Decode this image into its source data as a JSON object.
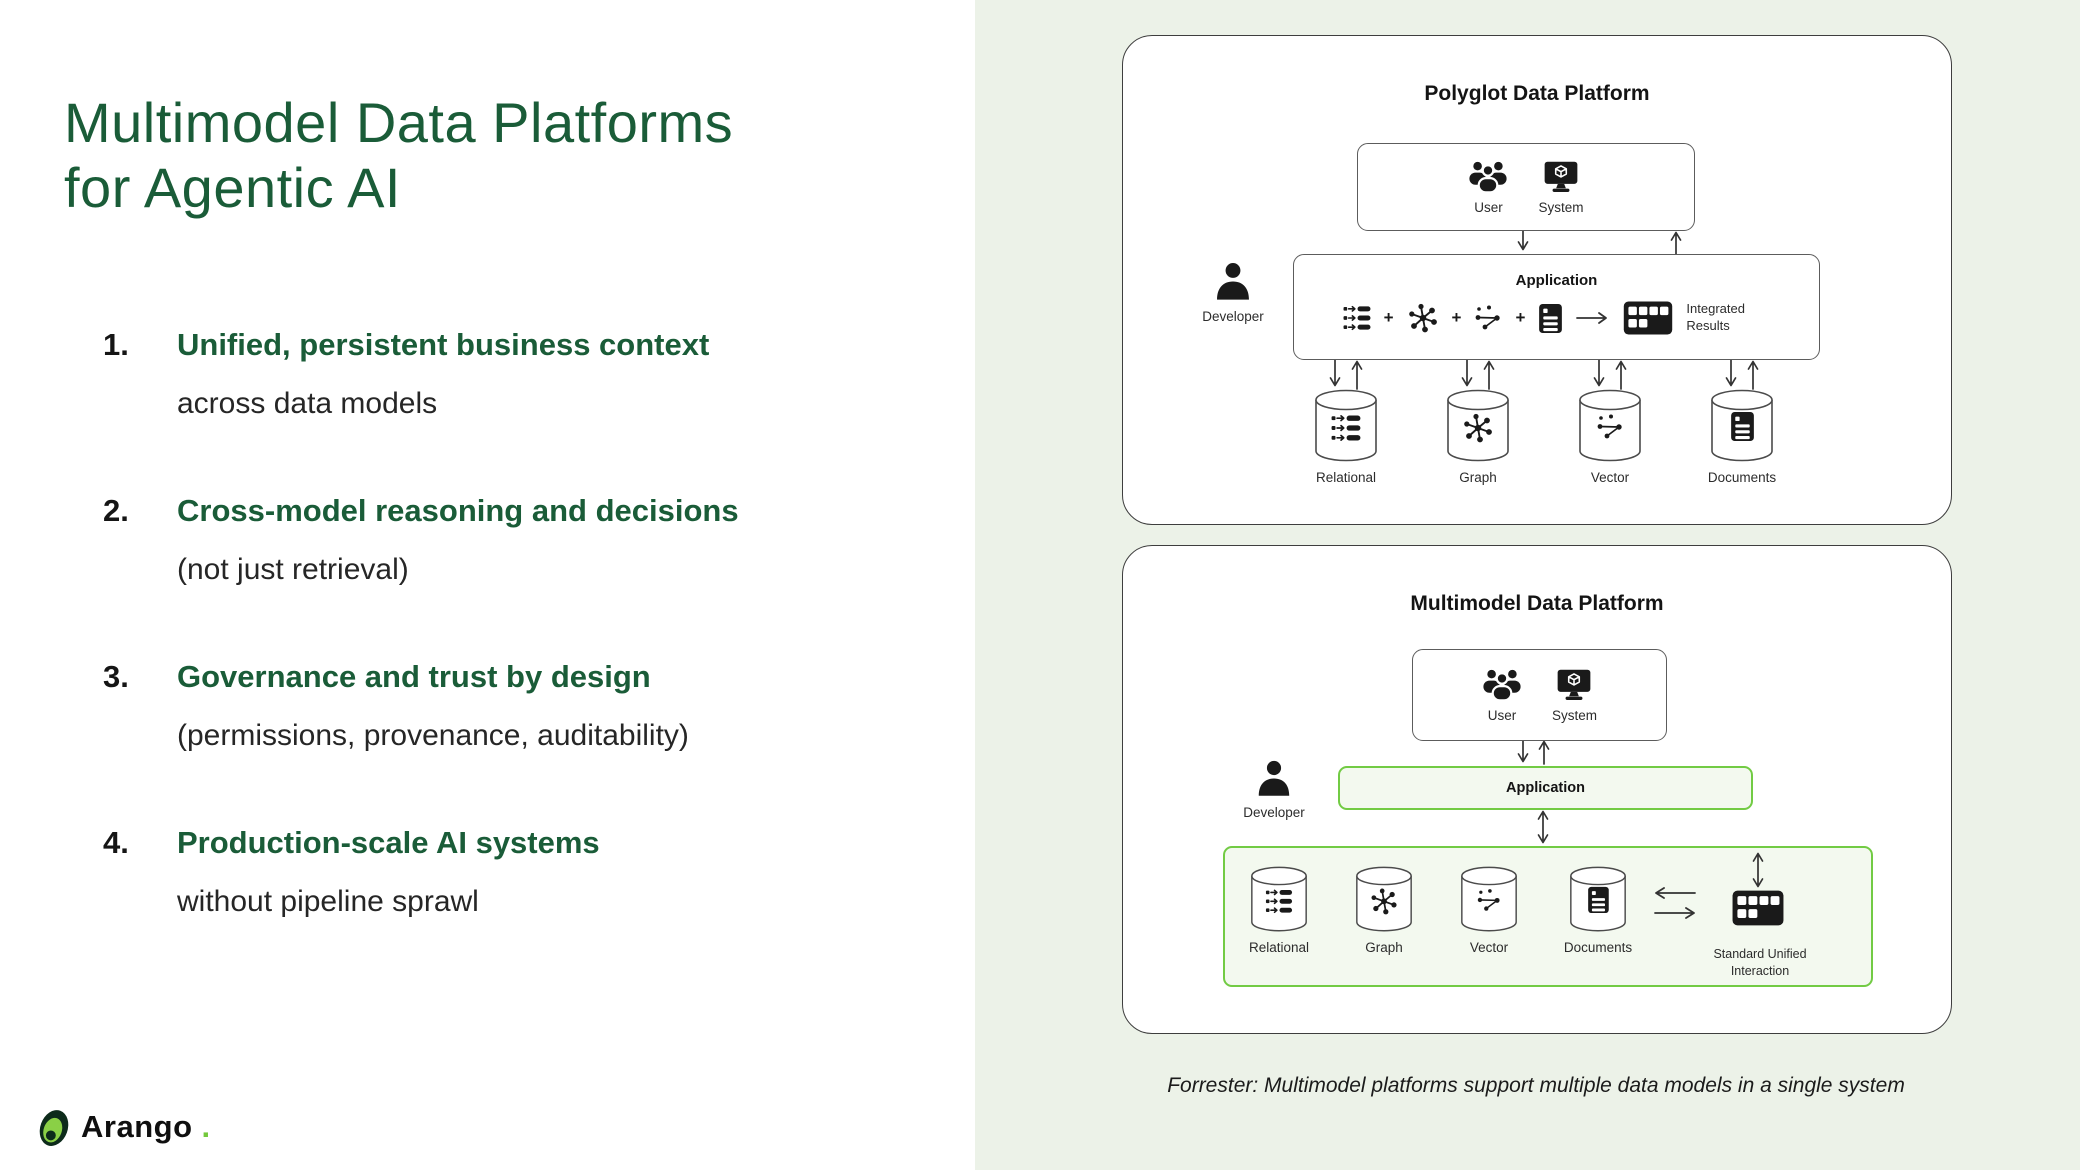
{
  "left": {
    "title_line1": "Multimodel Data Platforms",
    "title_line2": "for Agentic AI",
    "points": [
      {
        "num": "1.",
        "heading": "Unified, persistent business context",
        "sub": "across data models"
      },
      {
        "num": "2.",
        "heading": "Cross-model reasoning and decisions",
        "sub": "(not just retrieval)"
      },
      {
        "num": "3.",
        "heading": "Governance and trust by design",
        "sub": "(permissions, provenance, auditability)"
      },
      {
        "num": "4.",
        "heading": "Production-scale AI systems",
        "sub": "without pipeline sprawl"
      }
    ],
    "logo_text": "Arango",
    "logo_dot": "."
  },
  "polyglot": {
    "title": "Polyglot Data Platform",
    "user_label": "User",
    "system_label": "System",
    "developer_label": "Developer",
    "application_label": "Application",
    "plus": "+",
    "integrated_results": "Integrated Results",
    "databases": [
      "Relational",
      "Graph",
      "Vector",
      "Documents"
    ]
  },
  "multimodel": {
    "title": "Multimodel Data Platform",
    "user_label": "User",
    "system_label": "System",
    "developer_label": "Developer",
    "application_label": "Application",
    "databases": [
      "Relational",
      "Graph",
      "Vector",
      "Documents"
    ],
    "unified_interaction": "Standard Unified Interaction"
  },
  "footnote": "Forrester: Multimodel platforms support multiple data models in a single system",
  "colors": {
    "title_green": "#1a5c38",
    "accent_green": "#72cb44",
    "panel_mint": "#ecf2e8",
    "ink": "#1f1f1f"
  }
}
